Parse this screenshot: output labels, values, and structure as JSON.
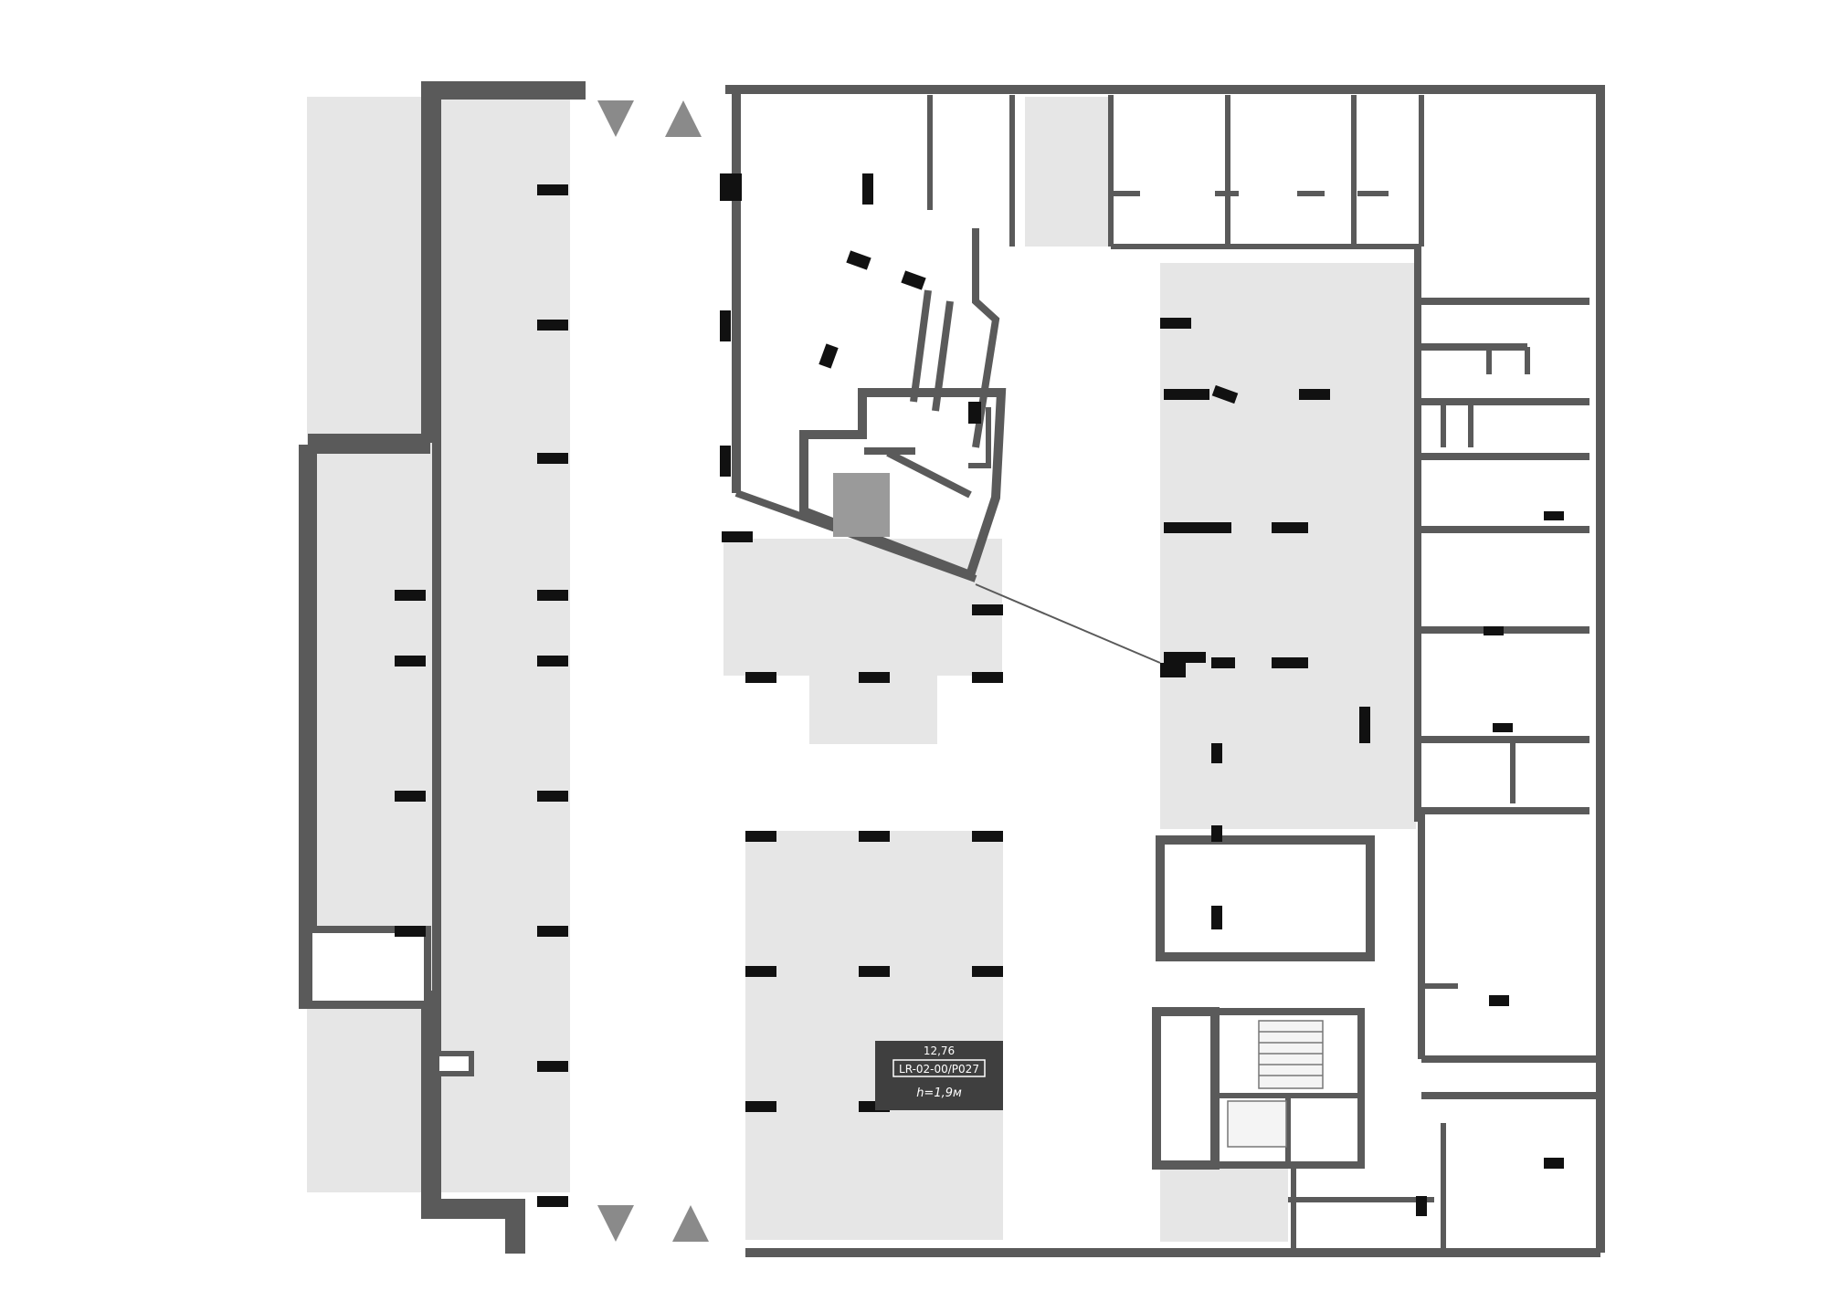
{
  "plan": {
    "colors": {
      "background": "#ffffff",
      "wall": "#5a5a5a",
      "zone": "#e6e6e6",
      "column": "#111111",
      "stair": "#9a9a9a",
      "arrow": "#8a8a8a",
      "label_bg": "#3f3f3f",
      "label_text": "#ffffff"
    },
    "highlighted_unit": {
      "area": "12,76",
      "code": "LR-02-00/P027",
      "height": "h=1,9м"
    },
    "arrows": [
      "down-arrow-icon",
      "up-arrow-icon",
      "down-arrow-icon",
      "up-arrow-icon"
    ]
  }
}
